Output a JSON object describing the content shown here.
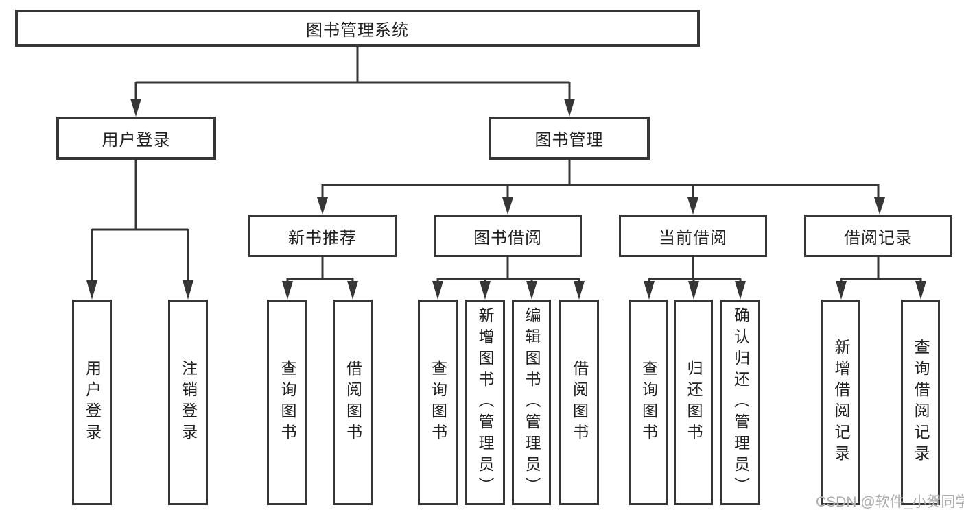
{
  "nodes": {
    "root": "图书管理系统",
    "user_login": "用户登录",
    "book_mgmt": "图书管理",
    "new_books": "新书推荐",
    "book_borrow": "图书借阅",
    "current_borrow": "当前借阅",
    "borrow_records": "借阅记录",
    "leaf_login": "用户登录",
    "leaf_logout": "注销登录",
    "leaf_nb_query": "查询图书",
    "leaf_nb_borrow": "借阅图书",
    "leaf_bw_query": "查询图书",
    "leaf_bw_add": "新增图书（管理员）",
    "leaf_bw_edit": "编辑图书（管理员）",
    "leaf_bw_borrow": "借阅图书",
    "leaf_cur_query": "查询图书",
    "leaf_cur_return": "归还图书",
    "leaf_cur_confirm": "确认归还（管理员）",
    "leaf_rec_add": "新增借阅记录",
    "leaf_rec_query": "查询借阅记录"
  },
  "colors": {
    "line": "#363636",
    "text": "#212121",
    "watermark": "#ababab",
    "background": "#ffffff"
  },
  "watermark": {
    "text": "CSDN @软件_小贺同学"
  }
}
